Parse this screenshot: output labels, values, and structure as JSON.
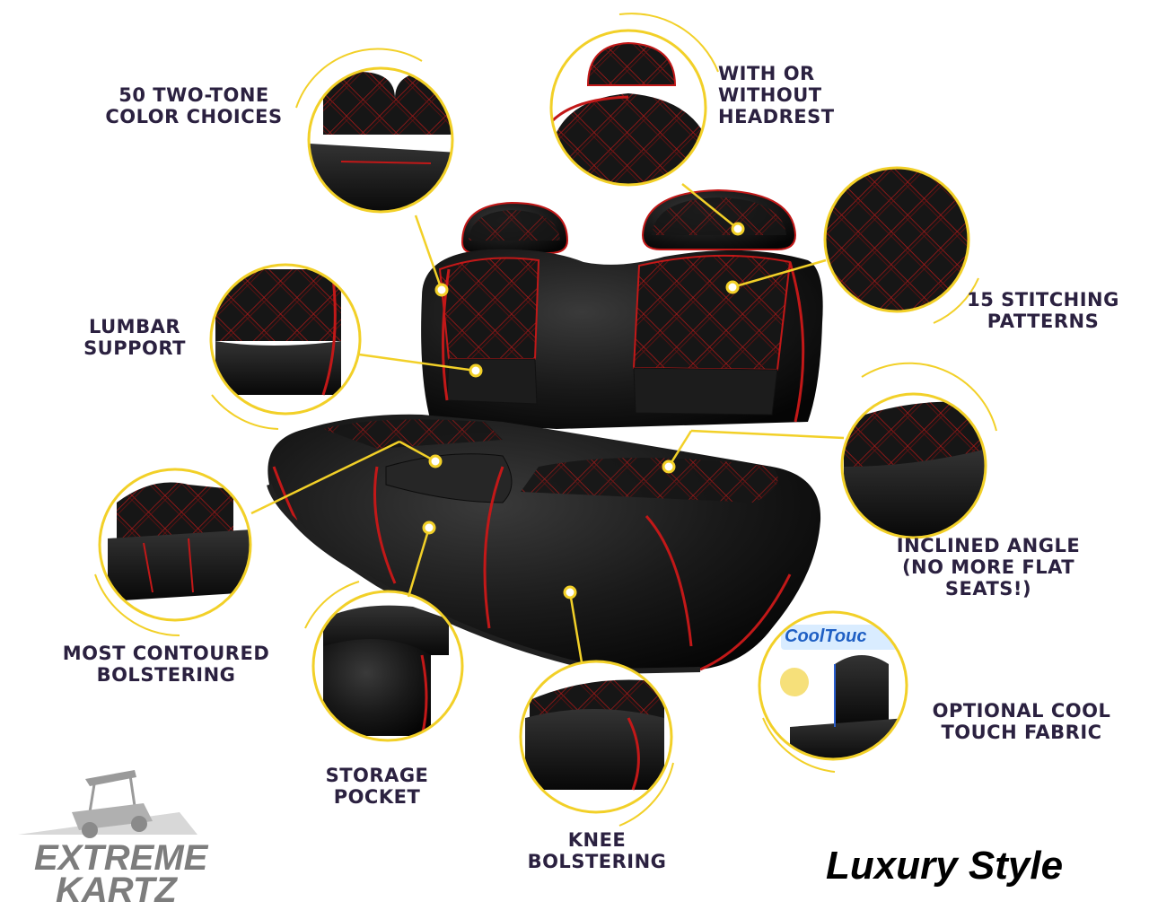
{
  "features": {
    "color_choices": "50 TWO-TONE\nCOLOR CHOICES",
    "headrest": "WITH OR\nWITHOUT\nHEADREST",
    "stitching": "15 STITCHING\nPATTERNS",
    "lumbar": "LUMBAR\nSUPPORT",
    "inclined": "INCLINED ANGLE\n(NO MORE FLAT\nSEATS!)",
    "contoured": "MOST CONTOURED\nBOLSTERING",
    "cool_touch": "OPTIONAL COOL\nTOUCH FABRIC",
    "storage": "STORAGE\nPOCKET",
    "knee": "KNEE\nBOLSTERING"
  },
  "cooltouch_badge": "CoolTouc",
  "brand": {
    "line1": "EXTREME",
    "line2": "KARTZ"
  },
  "style_title": "Luxury Style",
  "colors": {
    "accent": "#f2d028",
    "label": "#2b2140",
    "piping": "#c21818",
    "leather": "#151515"
  }
}
